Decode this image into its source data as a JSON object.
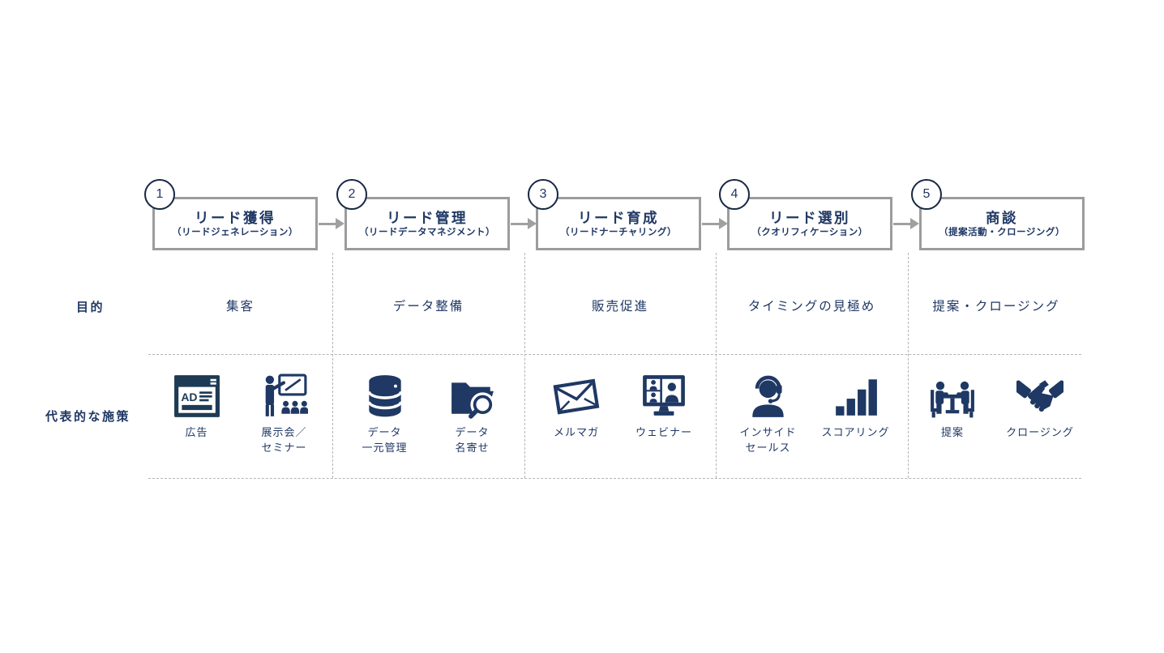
{
  "rows": {
    "purpose_label": "目的",
    "measures_label": "代表的な施策"
  },
  "stages": [
    {
      "number": "1",
      "title": "リード獲得",
      "subtitle": "（リードジェネレーション）",
      "purpose": "集客",
      "measures": [
        {
          "icon": "ad-browser-icon",
          "icon_text": "AD",
          "label": "広告"
        },
        {
          "icon": "presenter-audience-icon",
          "label": "展示会／\nセミナー"
        }
      ]
    },
    {
      "number": "2",
      "title": "リード管理",
      "subtitle": "（リードデータマネジメント）",
      "purpose": "データ整備",
      "measures": [
        {
          "icon": "database-icon",
          "label": "データ\n一元管理"
        },
        {
          "icon": "folder-search-icon",
          "label": "データ\n名寄せ"
        }
      ]
    },
    {
      "number": "3",
      "title": "リード育成",
      "subtitle": "（リードナーチャリング）",
      "purpose": "販売促進",
      "measures": [
        {
          "icon": "envelope-icon",
          "label": "メルマガ"
        },
        {
          "icon": "webinar-screen-icon",
          "label": "ウェビナー"
        }
      ]
    },
    {
      "number": "4",
      "title": "リード選別",
      "subtitle": "（クオリフィケーション）",
      "purpose": "タイミングの見極め",
      "measures": [
        {
          "icon": "headset-agent-icon",
          "label": "インサイド\nセールス"
        },
        {
          "icon": "bar-chart-icon",
          "label": "スコアリング"
        }
      ]
    },
    {
      "number": "5",
      "title": "商談",
      "subtitle": "（提案活動・クロージング）",
      "purpose": "提案・クロージング",
      "measures": [
        {
          "icon": "meeting-table-icon",
          "label": "提案"
        },
        {
          "icon": "handshake-icon",
          "label": "クロージング"
        }
      ]
    }
  ],
  "colors": {
    "navy": "#1f3864",
    "navy-deep": "#1e3b55",
    "circle-border": "#172742",
    "box-border": "#9c9c9c",
    "arrow": "#a0a0a0",
    "dash": "#b5b5b5",
    "bg": "#ffffff"
  }
}
